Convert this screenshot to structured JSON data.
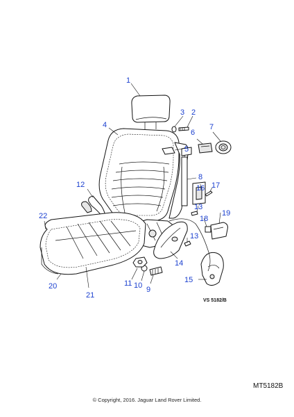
{
  "callouts": [
    "1",
    "2",
    "3",
    "4",
    "5",
    "6",
    "7",
    "8",
    "9",
    "10",
    "11",
    "12",
    "13",
    "13",
    "14",
    "15",
    "16",
    "17",
    "18",
    "19",
    "20",
    "21",
    "22"
  ],
  "drawing_ref": "VS 5182/B",
  "diagram_code": "MT5182B",
  "copyright": "© Copyright, 2016. Jaguar Land Rover Limited.",
  "colors": {
    "callout": "#1a3fcf",
    "line": "#111111"
  }
}
